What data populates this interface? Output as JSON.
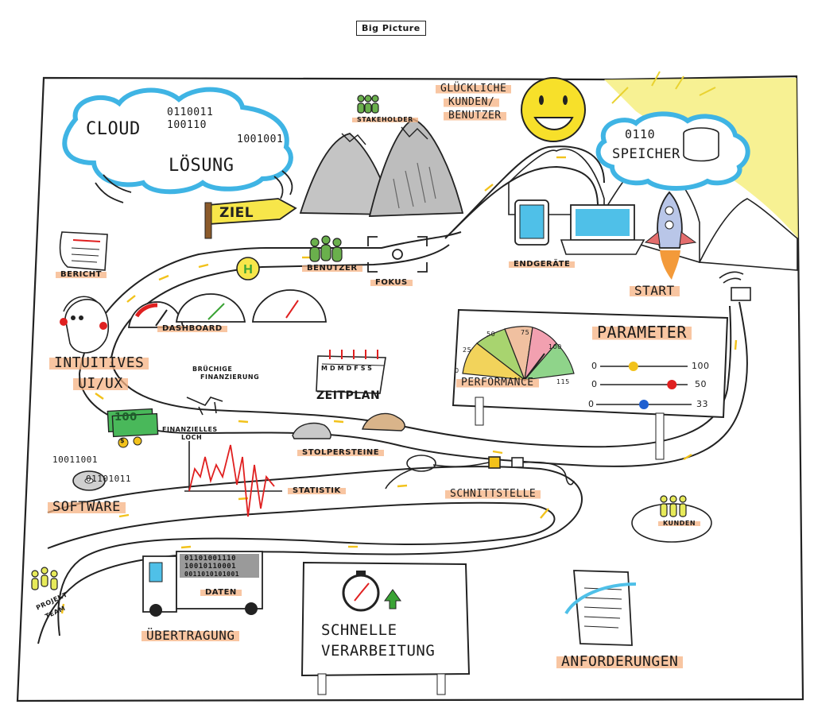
{
  "title": "Big Picture",
  "cloud": {
    "word1": "CLOUD",
    "word2": "LÖSUNG",
    "bin1": "0110011",
    "bin2": "100110",
    "bin3": "1001001"
  },
  "stakeholder": "STAKEHOLDER",
  "happy_customers": [
    "GLÜCKLICHE",
    "KUNDEN/",
    "BENUTZER"
  ],
  "speicher": {
    "bin": "0110",
    "label": "SPEICHER"
  },
  "ziel": "ZIEL",
  "bericht": "BERICHT",
  "benutzer": "BENUTZER",
  "fokus": "FOKUS",
  "endgeraete": "ENDGERÄTE",
  "start": "START",
  "dashboard": "DASHBOARD",
  "ux": [
    "INTUITIVES",
    "UI/UX"
  ],
  "finanzierung": [
    "BRÜCHIGE",
    "FINANZIERUNG"
  ],
  "zeitplan": {
    "label": "ZEITPLAN",
    "days": [
      "M",
      "D",
      "M",
      "D",
      "F",
      "S",
      "S"
    ]
  },
  "performance": {
    "label": "PERFORMANCE",
    "ticks": [
      "0",
      "25",
      "50",
      "75",
      "100",
      "115"
    ]
  },
  "parameter": {
    "label": "PARAMETER",
    "sliders": [
      {
        "min": "0",
        "max": "100",
        "value": 0.38,
        "color": "#f2c21b"
      },
      {
        "min": "0",
        "max": "50",
        "value": 0.82,
        "color": "#e02020"
      },
      {
        "min": "0",
        "max": "33",
        "value": 0.5,
        "color": "#1f5fd0"
      }
    ]
  },
  "money": {
    "bill": "100",
    "coins": "$"
  },
  "loch": [
    "FINANZIELLES",
    "LOCH"
  ],
  "stolpersteine": "STOLPERSTEINE",
  "software": {
    "label": "SOFTWARE",
    "bin1": "10011001",
    "bin2": "01101011"
  },
  "statistik": "STATISTIK",
  "schnittstelle": "SCHNITTSTELLE",
  "kunden": "KUNDEN",
  "projekt_team": [
    "PROJEKT",
    "TEAM"
  ],
  "daten": {
    "label": "DATEN",
    "bin1": "01101001110",
    "bin2": "10010110001",
    "bin3": "0011010101001"
  },
  "uebertragung": "ÜBERTRAGUNG",
  "verarbeitung": [
    "SCHNELLE",
    "VERARBEITUNG"
  ],
  "anforderungen": "ANFORDERUNGEN",
  "colors": {
    "road": "#ffffff",
    "outline": "#222222",
    "highlight": "#f5b282",
    "sun": "#f7e02a",
    "sky_rays": "#f4ec6a",
    "mountain": "#c9c9c9",
    "green": "#3aa335"
  }
}
